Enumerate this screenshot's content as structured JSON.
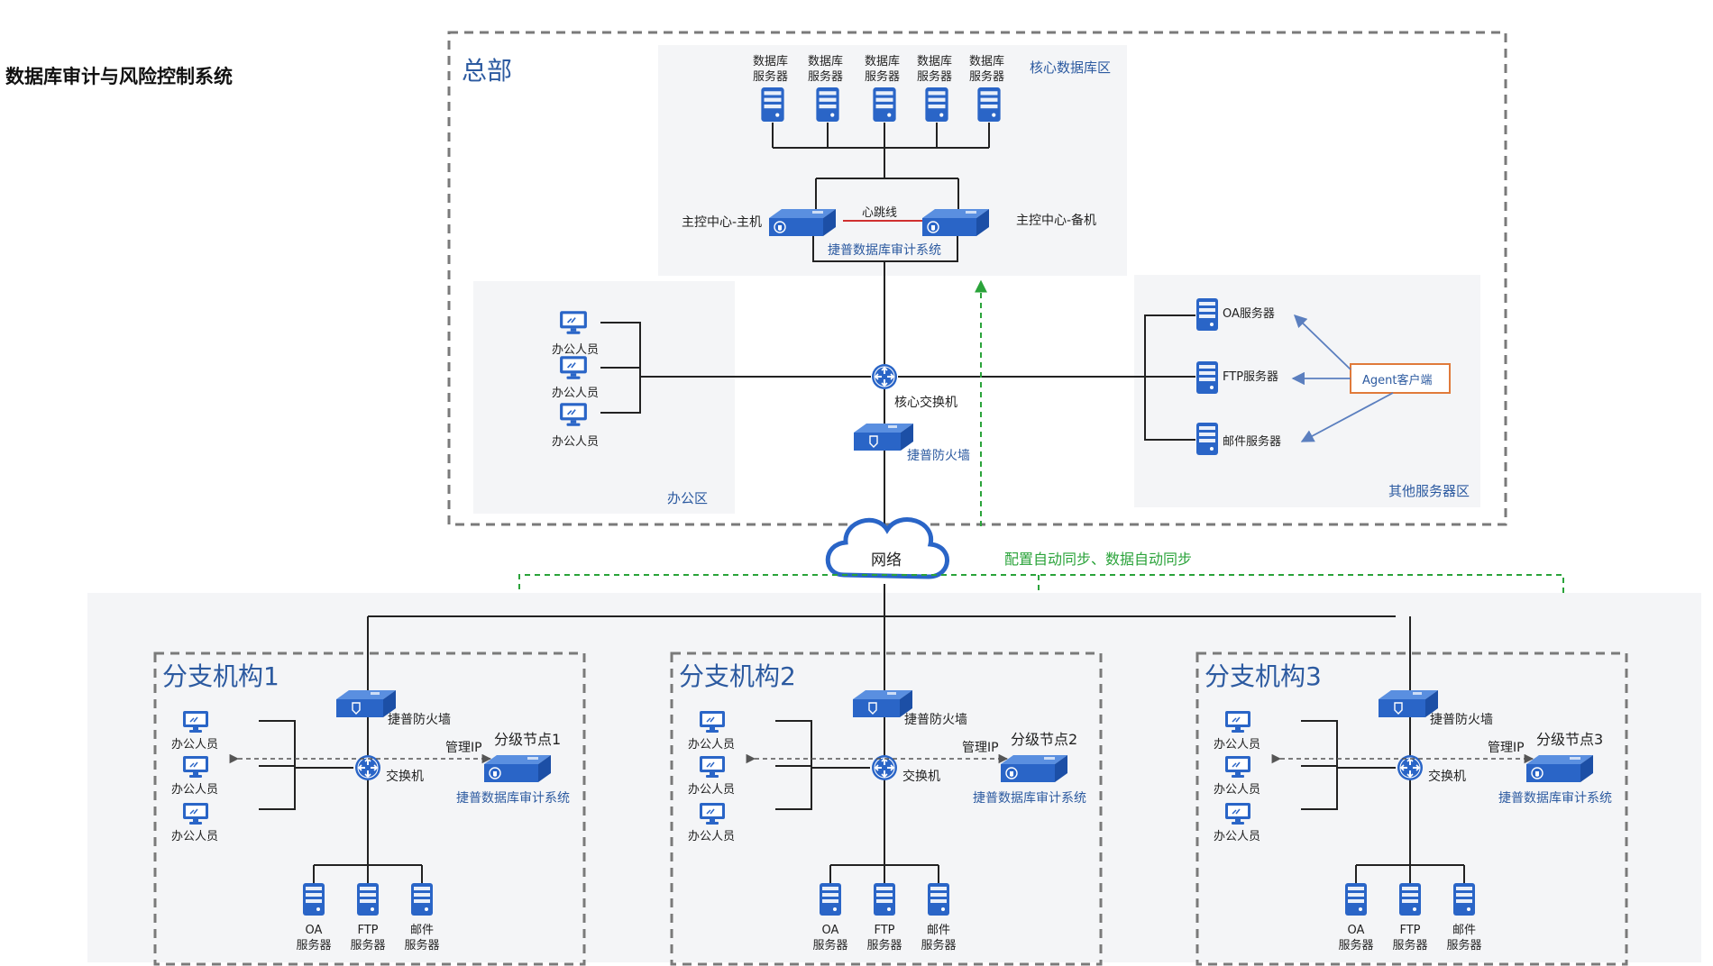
{
  "title": "数据库审计与风险控制系统",
  "colors": {
    "blue_text": "#2c5aa0",
    "device_blue": "#2a65c7",
    "line": "#222222",
    "heartbeat": "#d03030",
    "sync_green": "#2aa33a",
    "agent_border": "#e07a3a",
    "arrow_blue": "#5b7fbf",
    "zone_bg": "#f4f5f7",
    "dash_border": "#7a7a7a"
  },
  "hq": {
    "title": "总部",
    "core_db_zone": "核心数据库区",
    "db_server_line1": "数据库",
    "db_server_line2": "服务器",
    "master": "主控中心-主机",
    "backup": "主控中心-备机",
    "heartbeat": "心跳线",
    "audit_system": "捷普数据库审计系统",
    "office_zone": "办公区",
    "office_staff": "办公人员",
    "core_switch": "核心交换机",
    "firewall": "捷普防火墙",
    "other_servers_zone": "其他服务器区",
    "oa_server": "OA服务器",
    "ftp_server": "FTP服务器",
    "mail_server": "邮件服务器",
    "agent": "Agent客户端"
  },
  "network": "网络",
  "sync_label": "配置自动同步、数据自动同步",
  "branches": [
    {
      "title": "分支机构1",
      "node": "分级节点1"
    },
    {
      "title": "分支机构2",
      "node": "分级节点2"
    },
    {
      "title": "分支机构3",
      "node": "分级节点3"
    }
  ],
  "branch_common": {
    "firewall": "捷普防火墙",
    "mgmt_ip": "管理IP",
    "switch": "交换机",
    "audit_system": "捷普数据库审计系统",
    "office_staff": "办公人员",
    "servers": [
      {
        "line1": "OA",
        "line2": "服务器"
      },
      {
        "line1": "FTP",
        "line2": "服务器"
      },
      {
        "line1": "邮件",
        "line2": "服务器"
      }
    ]
  },
  "icons": {
    "server": "server-icon",
    "monitor": "monitor-icon",
    "router": "router-icon",
    "firewall": "firewall-device-icon",
    "audit": "audit-device-icon",
    "cloud": "cloud-icon"
  }
}
